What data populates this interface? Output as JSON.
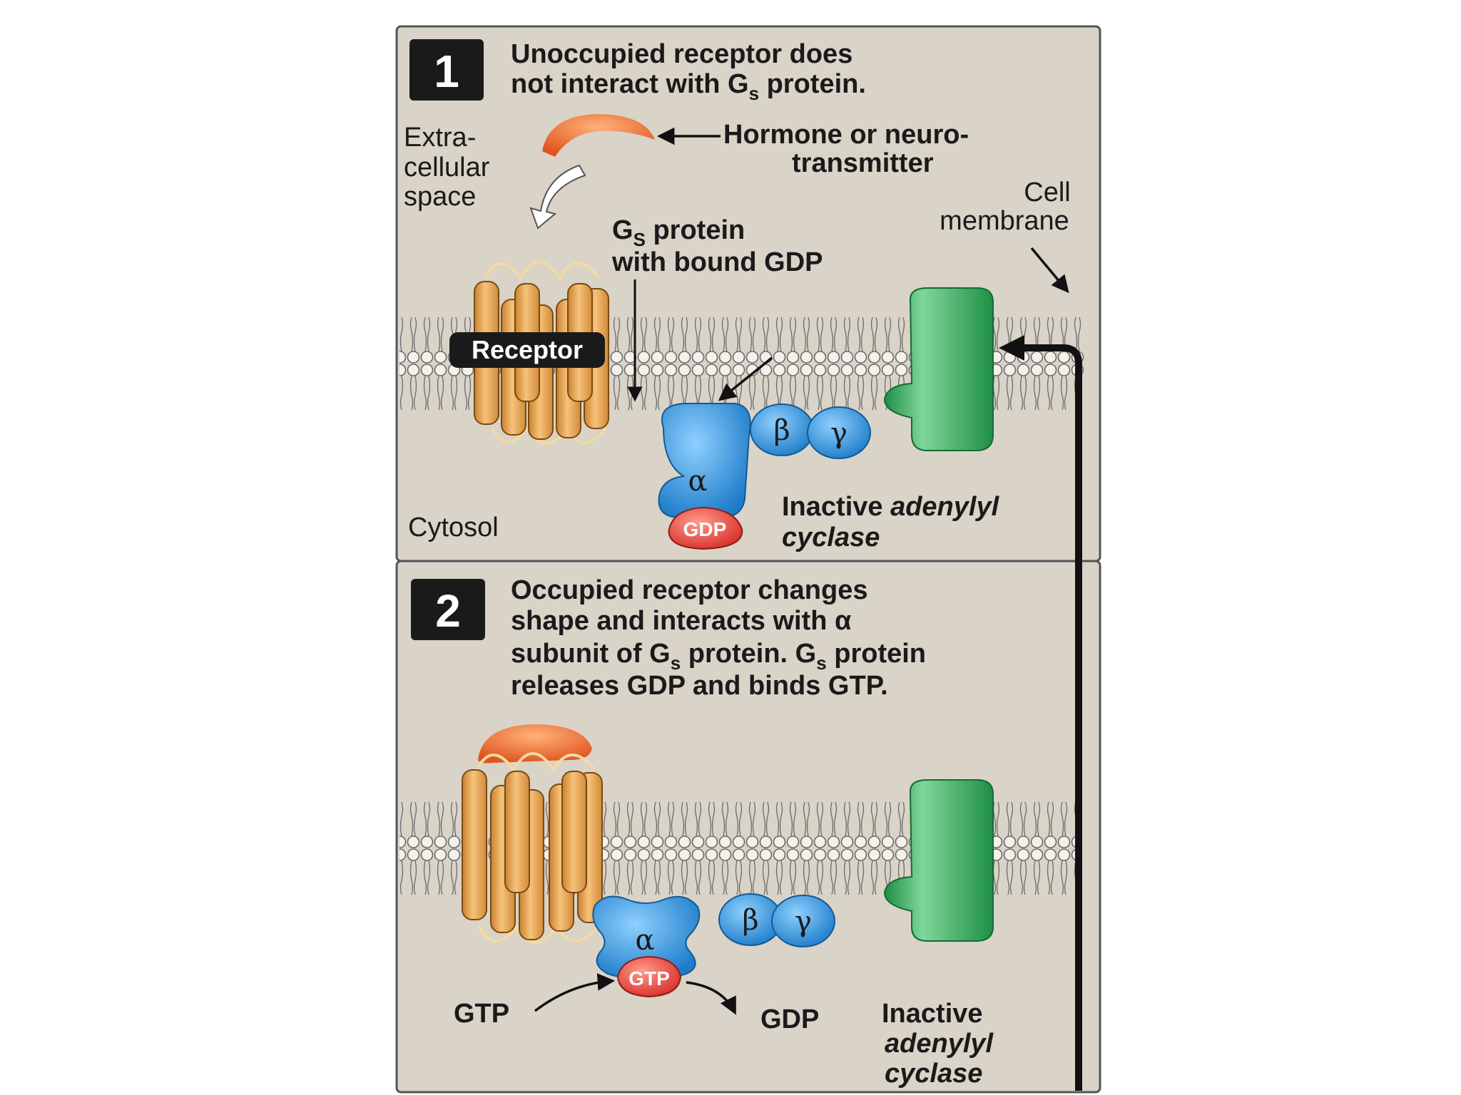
{
  "colors": {
    "panel_bg": "#d9d3c8",
    "panel_border": "#555555",
    "hormone": "#e8642a",
    "receptor": "#f0b060",
    "g_protein": "#2b8fd6",
    "gdp": "#e8403a",
    "cyclase": "#2fae5a",
    "membrane_head": "#f4f1ea"
  },
  "panel1": {
    "number": "1",
    "title_line1": "Unoccupied receptor does",
    "title_line2_pre": "not interact with G",
    "title_line2_sub": "s",
    "title_line2_post": " protein.",
    "extracellular": [
      "Extra-",
      "cellular",
      "space"
    ],
    "hormone_line1": "Hormone or neuro-",
    "hormone_line2": "transmitter",
    "gs_label_pre": "G",
    "gs_label_sub": "S",
    "gs_label_post": " protein",
    "gs_label_line2": "with bound GDP",
    "cell_membrane": [
      "Cell",
      "membrane"
    ],
    "receptor": "Receptor",
    "cytosol": "Cytosol",
    "alpha": "α",
    "beta": "β",
    "gamma": "γ",
    "gdp": "GDP",
    "inactive_line1": "Inactive ",
    "inactive_line1_italic": "adenylyl",
    "inactive_line2_italic": "cyclase"
  },
  "panel2": {
    "number": "2",
    "title_line1": "Occupied receptor changes",
    "title_line2": "shape and interacts with α",
    "title_line3_pre": "subunit of G",
    "title_line3_sub": "s",
    "title_line3_mid": " protein. G",
    "title_line3_sub2": "s",
    "title_line3_post": " protein",
    "title_line4": "releases GDP and binds GTP.",
    "alpha": "α",
    "beta": "β",
    "gamma": "γ",
    "gtp_badge": "GTP",
    "gtp": "GTP",
    "gdp": "GDP",
    "inactive": "Inactive",
    "adenylyl": "adenylyl",
    "cyclase": "cyclase"
  }
}
